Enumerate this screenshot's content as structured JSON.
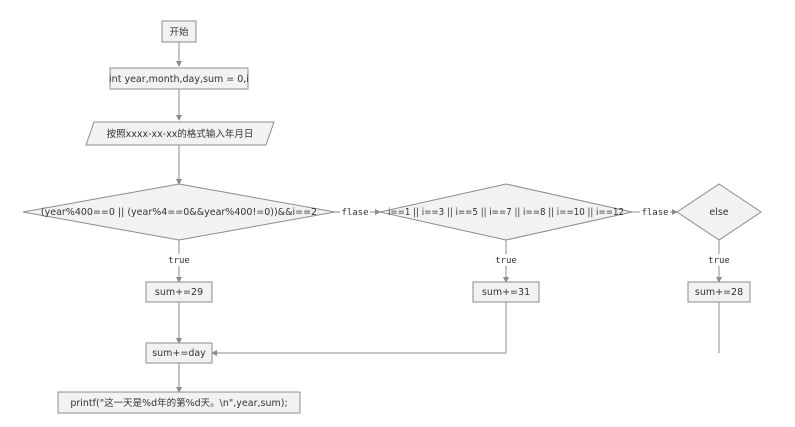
{
  "nodes": {
    "start": "开始",
    "declare": "int year,month,day,sum = 0,i",
    "input": "按照xxxx-xx-xx的格式输入年月日",
    "cond_feb": "(year%400==0 || (year%4==0&&year%400!=0))&&i==2",
    "cond_31": "i==1 || i==3 || i==5 || i==7 || i==8 || i==10 || i==12",
    "cond_else": "else",
    "sum29": "sum+=29",
    "sum31": "sum+=31",
    "sum28": "sum+=28",
    "sumday": "sum+=day",
    "print": "printf(\"这一天是%d年的第%d天。\\n\",year,sum);"
  },
  "edges": {
    "feb_false": "flase",
    "feb_true": "true",
    "m31_false": "flase",
    "m31_true": "true",
    "else_true": "true"
  }
}
